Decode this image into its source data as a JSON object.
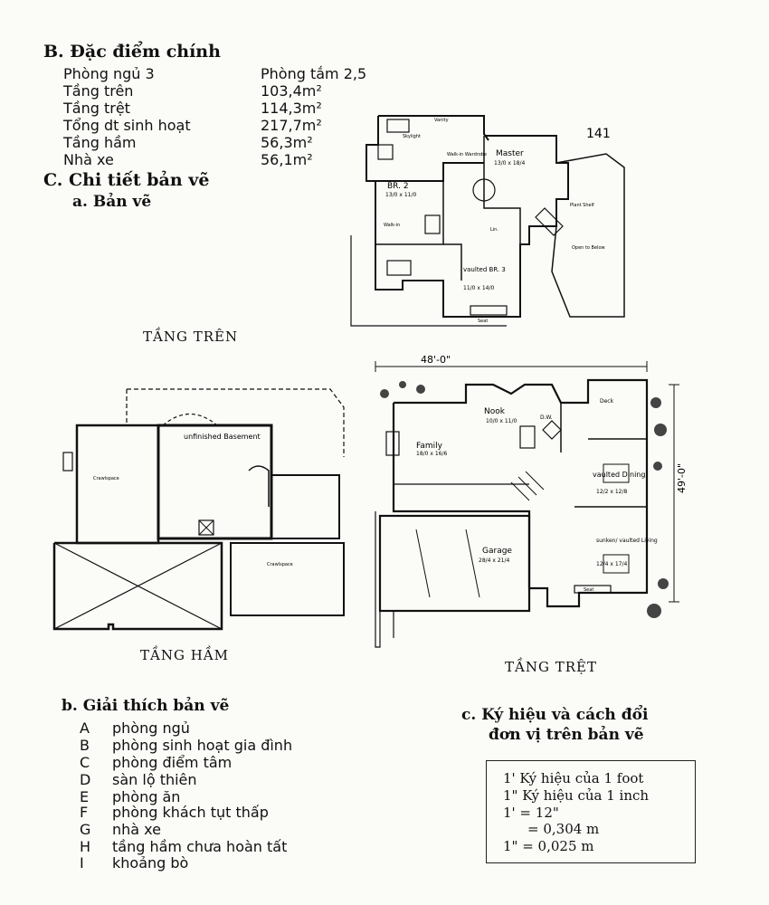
{
  "section_b": {
    "title": "B. Đặc điểm chính",
    "rows": [
      {
        "label": "Phòng ngủ 3",
        "value": "Phòng tắm 2,5"
      },
      {
        "label": "Tầng trên",
        "value": "103,4m²"
      },
      {
        "label": "Tầng trệt",
        "value": "114,3m²"
      },
      {
        "label": "Tổng dt sinh hoạt",
        "value": "217,7m²"
      },
      {
        "label": "Tầng hầm",
        "value": "56,3m²"
      },
      {
        "label": "Nhà xe",
        "value": "56,1m²"
      }
    ]
  },
  "section_c": {
    "title": "C. Chi tiết bản vẽ",
    "subtitle": "a. Bản vẽ"
  },
  "plans": {
    "upper_label": "TẦNG TRÊN",
    "basement_label": "TẦNG HẦM",
    "ground_label": "TẦNG TRỆT",
    "upper_page_mark": "141",
    "ground_width": "48'-0\"",
    "ground_depth": "49'-0\"",
    "upper_rooms": [
      {
        "name": "Master",
        "size": "13/0 x 18/4"
      },
      {
        "name": "BR. 2",
        "size": "13/0 x 11/0"
      },
      {
        "name": "vaulted BR. 3",
        "size": "11/0 x 14/0"
      },
      {
        "name": "Walk-in Wardrobe",
        "size": ""
      },
      {
        "name": "Skylight",
        "size": ""
      },
      {
        "name": "Open to Below",
        "size": ""
      },
      {
        "name": "Plant Shelf",
        "size": ""
      },
      {
        "name": "Seat",
        "size": ""
      },
      {
        "name": "Walk-in",
        "size": ""
      },
      {
        "name": "Vanity",
        "size": ""
      },
      {
        "name": "Lin.",
        "size": ""
      }
    ],
    "basement_rooms": [
      {
        "name": "unfinished Basement",
        "size": ""
      },
      {
        "name": "Crawlspace",
        "size": ""
      },
      {
        "name": "Crawlspace",
        "size": ""
      }
    ],
    "ground_rooms": [
      {
        "name": "Nook",
        "size": "10/0 x 11/0"
      },
      {
        "name": "Family",
        "size": "18/0 x 16/6"
      },
      {
        "name": "vaulted Dining",
        "size": "12/2 x 12/8"
      },
      {
        "name": "sunken/ vaulted Living",
        "size": "12/4 x 17/4"
      },
      {
        "name": "Garage",
        "size": "28/4 x 21/4"
      },
      {
        "name": "Deck",
        "size": ""
      },
      {
        "name": "D.W.",
        "size": ""
      },
      {
        "name": "Seat",
        "size": ""
      }
    ]
  },
  "legend": {
    "title": "b. Giải thích bản vẽ",
    "items": [
      {
        "key": "A",
        "text": "phòng ngủ"
      },
      {
        "key": "B",
        "text": "phòng sinh hoạt gia đình"
      },
      {
        "key": "C",
        "text": "phòng điểm tâm"
      },
      {
        "key": "D",
        "text": "sàn lộ thiên"
      },
      {
        "key": "E",
        "text": "phòng ăn"
      },
      {
        "key": "F",
        "text": "phòng khách tụt thấp"
      },
      {
        "key": "G",
        "text": "nhà xe"
      },
      {
        "key": "H",
        "text": "tầng hầm chưa hoàn tất"
      },
      {
        "key": "I",
        "text": "khoảng bò"
      }
    ]
  },
  "units": {
    "title_line1": "c. Ký hiệu và cách đổi",
    "title_line2": "đơn vị trên bản vẽ",
    "lines": [
      "1' Ký hiệu của 1 foot",
      "1\" Ký hiệu của 1 inch",
      "1' = 12\"",
      "= 0,304 m",
      "1\" = 0,025 m"
    ]
  }
}
